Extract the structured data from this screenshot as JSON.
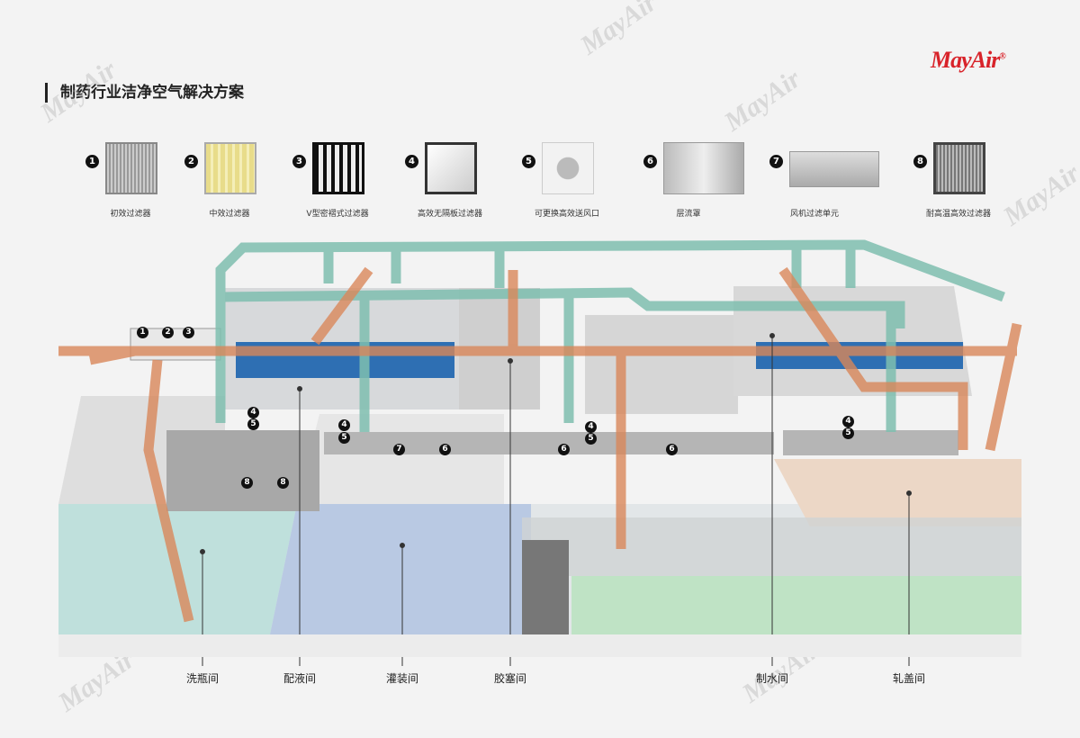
{
  "title": "制药行业洁净空气解决方案",
  "brand": {
    "name": "MayAir",
    "mark": "®",
    "color": "#d8232a"
  },
  "products": [
    {
      "num": "1",
      "label": "初效过滤器",
      "icon": "pleated-panel-filter"
    },
    {
      "num": "2",
      "label": "中效过滤器",
      "icon": "bag-filter"
    },
    {
      "num": "3",
      "label": "V型密褶式过滤器",
      "icon": "v-bank-filter"
    },
    {
      "num": "4",
      "label": "高效无隔板过滤器",
      "icon": "hepa-panel-filter"
    },
    {
      "num": "5",
      "label": "可更换高效送风口",
      "icon": "hepa-diffuser"
    },
    {
      "num": "6",
      "label": "层流罩",
      "icon": "laminar-flow-hood"
    },
    {
      "num": "7",
      "label": "风机过滤单元",
      "icon": "fan-filter-unit"
    },
    {
      "num": "8",
      "label": "耐高温高效过滤器",
      "icon": "high-temp-hepa-filter"
    }
  ],
  "rooms": [
    "洗瓶间",
    "配液间",
    "灌装间",
    "胶塞间",
    "制水间",
    "轧盖间"
  ],
  "badges": [
    "1",
    "2",
    "3",
    "4",
    "5",
    "4",
    "5",
    "4",
    "5",
    "4",
    "5",
    "7",
    "6",
    "6",
    "6",
    "8",
    "8"
  ],
  "colors": {
    "supply_duct": "#7fbfb0",
    "return_duct": "#d9875a",
    "liquid_room": "#2e6fb3"
  }
}
